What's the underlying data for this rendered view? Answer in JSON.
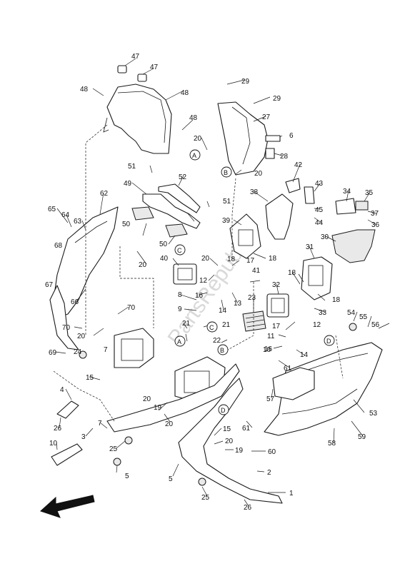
{
  "watermark": "PartsRepublik",
  "callouts": [
    {
      "id": "c47a",
      "text": "47"
    },
    {
      "id": "c47b",
      "text": "47"
    },
    {
      "id": "c48a",
      "text": "48"
    },
    {
      "id": "c48b",
      "text": "48"
    },
    {
      "id": "c48c",
      "text": "48"
    },
    {
      "id": "c29a",
      "text": "29"
    },
    {
      "id": "c29b",
      "text": "29"
    },
    {
      "id": "c27",
      "text": "27"
    },
    {
      "id": "c6",
      "text": "6"
    },
    {
      "id": "c28",
      "text": "28"
    },
    {
      "id": "c20a",
      "text": "20"
    },
    {
      "id": "c20b",
      "text": "20"
    },
    {
      "id": "c51a",
      "text": "51"
    },
    {
      "id": "c51b",
      "text": "51"
    },
    {
      "id": "c52",
      "text": "52"
    },
    {
      "id": "c49",
      "text": "49"
    },
    {
      "id": "c62",
      "text": "62"
    },
    {
      "id": "c65",
      "text": "65"
    },
    {
      "id": "c64",
      "text": "64"
    },
    {
      "id": "c63",
      "text": "63"
    },
    {
      "id": "c50a",
      "text": "50"
    },
    {
      "id": "c50b",
      "text": "50"
    },
    {
      "id": "c68",
      "text": "68"
    },
    {
      "id": "c67",
      "text": "67"
    },
    {
      "id": "c20c",
      "text": "20"
    },
    {
      "id": "c40",
      "text": "40"
    },
    {
      "id": "c20d",
      "text": "20"
    },
    {
      "id": "c38",
      "text": "38"
    },
    {
      "id": "c39",
      "text": "39"
    },
    {
      "id": "c42",
      "text": "42"
    },
    {
      "id": "c43",
      "text": "43"
    },
    {
      "id": "c34",
      "text": "34"
    },
    {
      "id": "c35",
      "text": "35"
    },
    {
      "id": "c45",
      "text": "45"
    },
    {
      "id": "c44",
      "text": "44"
    },
    {
      "id": "c37",
      "text": "37"
    },
    {
      "id": "c36",
      "text": "36"
    },
    {
      "id": "c30",
      "text": "30"
    },
    {
      "id": "c31",
      "text": "31"
    },
    {
      "id": "c18a",
      "text": "18"
    },
    {
      "id": "c18b",
      "text": "18"
    },
    {
      "id": "c17a",
      "text": "17"
    },
    {
      "id": "c41",
      "text": "41"
    },
    {
      "id": "c12a",
      "text": "12"
    },
    {
      "id": "c16a",
      "text": "16"
    },
    {
      "id": "c8",
      "text": "8"
    },
    {
      "id": "c9",
      "text": "9"
    },
    {
      "id": "c14a",
      "text": "14"
    },
    {
      "id": "c13",
      "text": "13"
    },
    {
      "id": "c23",
      "text": "23"
    },
    {
      "id": "c32",
      "text": "32"
    },
    {
      "id": "c18c",
      "text": "18"
    },
    {
      "id": "c18d",
      "text": "18"
    },
    {
      "id": "c33",
      "text": "33"
    },
    {
      "id": "c66",
      "text": "66"
    },
    {
      "id": "c70a",
      "text": "70"
    },
    {
      "id": "c70b",
      "text": "70"
    },
    {
      "id": "c20e",
      "text": "20"
    },
    {
      "id": "c7a",
      "text": "7"
    },
    {
      "id": "c21a",
      "text": "21"
    },
    {
      "id": "c21b",
      "text": "21"
    },
    {
      "id": "c22",
      "text": "22"
    },
    {
      "id": "c12b",
      "text": "12"
    },
    {
      "id": "c17b",
      "text": "17"
    },
    {
      "id": "c11",
      "text": "11"
    },
    {
      "id": "c10a",
      "text": "10"
    },
    {
      "id": "c16b",
      "text": "16"
    },
    {
      "id": "c14b",
      "text": "14"
    },
    {
      "id": "c54",
      "text": "54"
    },
    {
      "id": "c55",
      "text": "55"
    },
    {
      "id": "c56",
      "text": "56"
    },
    {
      "id": "c69",
      "text": "69"
    },
    {
      "id": "c24",
      "text": "24"
    },
    {
      "id": "c61a",
      "text": "61"
    },
    {
      "id": "c15a",
      "text": "15"
    },
    {
      "id": "c57",
      "text": "57"
    },
    {
      "id": "c4",
      "text": "4"
    },
    {
      "id": "c20f",
      "text": "20"
    },
    {
      "id": "c19a",
      "text": "19"
    },
    {
      "id": "c7b",
      "text": "7"
    },
    {
      "id": "c20g",
      "text": "20"
    },
    {
      "id": "c26a",
      "text": "26"
    },
    {
      "id": "c3",
      "text": "3"
    },
    {
      "id": "c53",
      "text": "53"
    },
    {
      "id": "c61b",
      "text": "61"
    },
    {
      "id": "c15b",
      "text": "15"
    },
    {
      "id": "c20h",
      "text": "20"
    },
    {
      "id": "c19b",
      "text": "19"
    },
    {
      "id": "c60",
      "text": "60"
    },
    {
      "id": "c58",
      "text": "58"
    },
    {
      "id": "c59",
      "text": "59"
    },
    {
      "id": "c10b",
      "text": "10"
    },
    {
      "id": "c25a",
      "text": "25"
    },
    {
      "id": "c5a",
      "text": "5"
    },
    {
      "id": "c5b",
      "text": "5"
    },
    {
      "id": "c2",
      "text": "2"
    },
    {
      "id": "c1",
      "text": "1"
    },
    {
      "id": "c25b",
      "text": "25"
    },
    {
      "id": "c26b",
      "text": "26"
    }
  ],
  "reference_markers": [
    {
      "id": "rA1",
      "text": "A"
    },
    {
      "id": "rB1",
      "text": "B"
    },
    {
      "id": "rC1",
      "text": "C"
    },
    {
      "id": "rA2",
      "text": "A"
    },
    {
      "id": "rC2",
      "text": "C"
    },
    {
      "id": "rB2",
      "text": "B"
    },
    {
      "id": "rD1",
      "text": "D"
    },
    {
      "id": "rD2",
      "text": "D"
    }
  ],
  "direction_arrow": "front-arrow"
}
